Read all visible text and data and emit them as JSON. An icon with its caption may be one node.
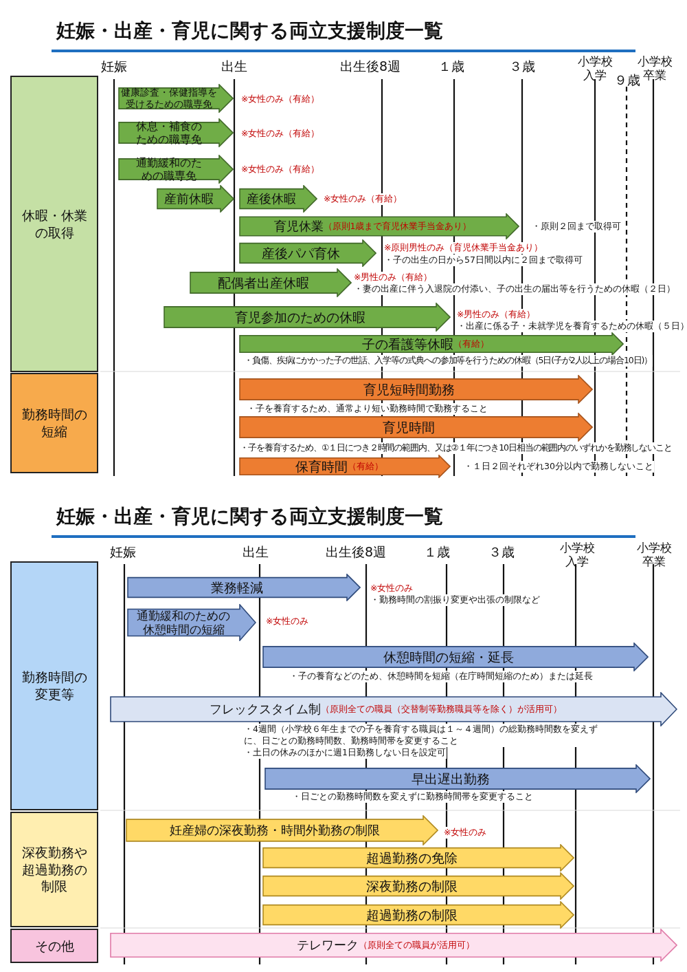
{
  "diagram": {
    "title": "妊娠・出産・育児に関する両立支援制度一覧",
    "nodes": [
      {
        "text": [
          "休暇・休業の取得"
        ]
      },
      {
        "text": [
          "健康診査・保健指導を受けるための職専免"
        ],
        "beside": [
          "※女性のみ（有給）"
        ]
      },
      {
        "text": [
          "休息・補食のための職専免"
        ],
        "beside": [
          "※女性のみ（有給）"
        ]
      },
      {
        "text": [
          "通勤緩和のための職専免"
        ],
        "beside": [
          "※女性のみ（有給）"
        ]
      },
      {
        "text": [
          "産前休暇"
        ]
      },
      {
        "text": [
          "産後休暇"
        ],
        "beside": [
          "※女性のみ（有給）"
        ]
      },
      {
        "text": [
          "育児休業",
          "（原則1歳まで育児休業手当金あり）"
        ],
        "beside": [
          "・原則２回まで取得可"
        ]
      },
      {
        "text": [
          "産後パパ育休"
        ],
        "beside": [
          "※原則男性のみ（育児休業手当金あり）",
          "・子の出生の日から57日間以内に２回まで取得可"
        ]
      },
      {
        "text": [
          "配偶者出産休暇"
        ],
        "beside": [
          "※男性のみ（有給）",
          "・妻の出産に伴う入退院の付添い、子の出生の届出等を行うための休暇（２日）"
        ]
      },
      {
        "text": [
          "育児参加のための休暇"
        ],
        "beside": [
          "※男性のみ（有給）",
          "・出産に係る子・未就学児を養育するための休暇（５日）"
        ]
      },
      {
        "text": [
          "子の看護等休暇",
          "（有給）"
        ],
        "beside": [
          "・負傷、疾病にかかった子の世話、入学等の式典への参加等を行うための休暇（5日(子が2人以上の場合10日)）"
        ]
      },
      {
        "text": [
          "勤務時間の短縮"
        ]
      },
      {
        "text": [
          "育児短時間勤務"
        ],
        "beside": [
          "・子を養育するため、通常より短い勤務時間で勤務すること"
        ]
      },
      {
        "text": [
          "育児時間"
        ],
        "beside": [
          "・子を養育するため、①１日につき２時間の範囲内、又は②１年につき10日相当の範囲内のいずれかを勤務しないこと"
        ]
      },
      {
        "text": [
          "保育時間",
          "（有給）"
        ],
        "beside": [
          "・１日２回それぞれ30分以内で勤務しないこと"
        ]
      },
      {
        "text": [
          "勤務時間の変更等"
        ]
      },
      {
        "text": [
          "業務軽減"
        ],
        "beside": [
          "※女性のみ",
          "・勤務時間の割振り変更や出張の制限など"
        ]
      },
      {
        "text": [
          "通勤緩和のための休憩時間の短縮"
        ],
        "beside": [
          "※女性のみ"
        ]
      },
      {
        "text": [
          "休憩時間の短縮・延長"
        ],
        "beside": [
          "・子の養育などのため、休憩時間を短縮（在庁時間短縮のため）または延長"
        ]
      },
      {
        "text": [
          "フレックスタイム制",
          "（原則全ての職員（交替制等勤務職員等を除く）が活用可）"
        ],
        "beside": [
          "・4週間（小学校６年生までの子を養育する職員は１～４週間）の総勤務時間数を変えずに、日ごとの勤務時間数、勤務時間帯を変更すること",
          "・土日の休みのほかに週1日勤務しない日を設定可"
        ]
      },
      {
        "text": [
          "早出遅出勤務"
        ],
        "beside": [
          "・日ごとの勤務時間数を変えずに勤務時間帯を変更すること"
        ]
      },
      {
        "text": [
          "深夜勤務や超過勤務の制限"
        ]
      },
      {
        "text": [
          "妊産婦の深夜勤務・時間外勤務の制限"
        ],
        "beside": [
          "※女性のみ"
        ]
      },
      {
        "text": [
          "超過勤務の免除"
        ]
      },
      {
        "text": [
          "深夜勤務の制限"
        ]
      },
      {
        "text": [
          "超過勤務の制限"
        ]
      },
      {
        "text": [
          "その他"
        ]
      },
      {
        "text": [
          "テレワーク",
          "（原則全ての職員が活用可）"
        ]
      }
    ],
    "labels": [
      "妊娠",
      "出生",
      "出生後8週",
      "１歳",
      "３歳",
      "小学校入学",
      "９歳",
      "小学校卒業",
      "妊娠・出産・育児に関する両立支援制度一覧",
      "妊娠",
      "出生",
      "出生後8週",
      "１歳",
      "３歳",
      "小学校入学",
      "小学校卒業"
    ]
  }
}
